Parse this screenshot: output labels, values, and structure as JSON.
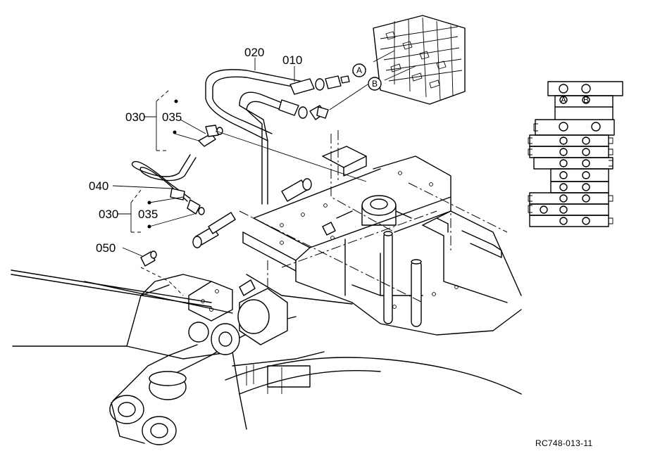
{
  "parts": [
    {
      "id": "p010",
      "label": "010"
    },
    {
      "id": "p020",
      "label": "020"
    },
    {
      "id": "p030a",
      "label": "030"
    },
    {
      "id": "p035a",
      "label": "035"
    },
    {
      "id": "p040",
      "label": "040"
    },
    {
      "id": "p030b",
      "label": "030"
    },
    {
      "id": "p035b",
      "label": "035"
    },
    {
      "id": "p050",
      "label": "050"
    }
  ],
  "ports": {
    "a": "A",
    "b": "B"
  },
  "drawing_code": "RC748-013-11"
}
